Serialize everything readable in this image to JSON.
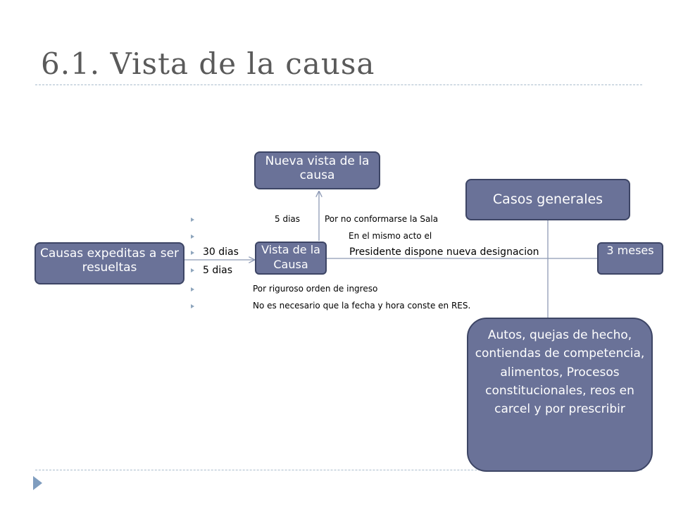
{
  "slide": {
    "title": "6.1. Vista de la causa"
  },
  "nodes": {
    "nueva_vista": "Nueva vista de la causa",
    "casos_generales": "Casos generales",
    "causas_expeditas": "Causas expeditas a ser resueltas",
    "vista_causa": "Vista de la Causa",
    "tres_meses": "3 meses",
    "autos": "Autos, quejas de hecho, contiendas de competencia, alimentos, Procesos constitucionales, reos en carcel y por prescribir"
  },
  "bullets": {
    "b1_days": "5 dias",
    "b1_reason": "Por no conformarse la Sala",
    "b2": "En el mismo acto el",
    "b3_days": "30 dias",
    "b3_reason": "Presidente dispone nueva designacion",
    "b4": "5 dias",
    "b5": "Por riguroso orden de ingreso",
    "b6": "No es necesario  que la fecha y hora conste en RES."
  },
  "colors": {
    "node_fill": "#6a7298",
    "node_border": "#3d4565",
    "connector": "#8e9ab5",
    "rule": "#a9bccc",
    "bullet": "#8fa6bd"
  }
}
